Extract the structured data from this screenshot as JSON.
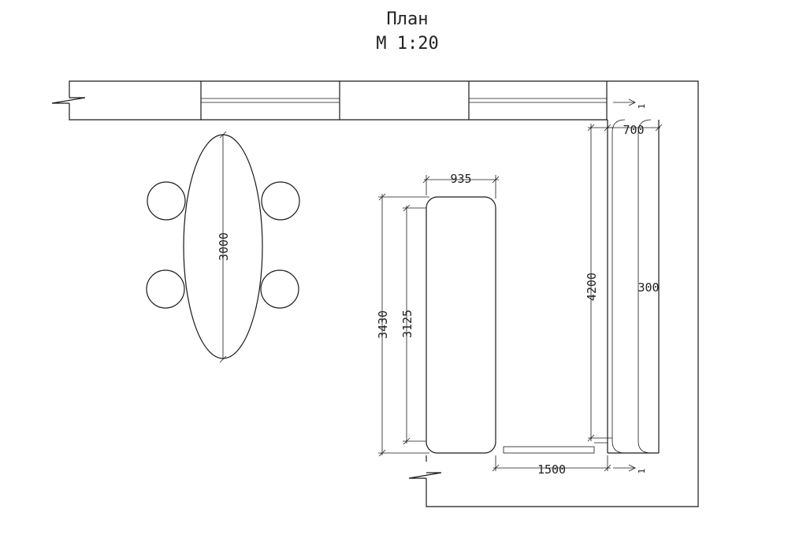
{
  "title": {
    "line1": "План",
    "line2": "М 1:20"
  },
  "dimensions": {
    "table_length": "3000",
    "sofa_width": "935",
    "sofa_outer_length": "3430",
    "sofa_inner_length": "3125",
    "cabinet_depth": "700",
    "cabinet_length": "4200",
    "shelf_length": "300",
    "gap_width": "1500",
    "offset_top": "1",
    "offset_bottom": "1"
  },
  "colors": {
    "line": "#1a1a1a",
    "background": "#ffffff"
  }
}
